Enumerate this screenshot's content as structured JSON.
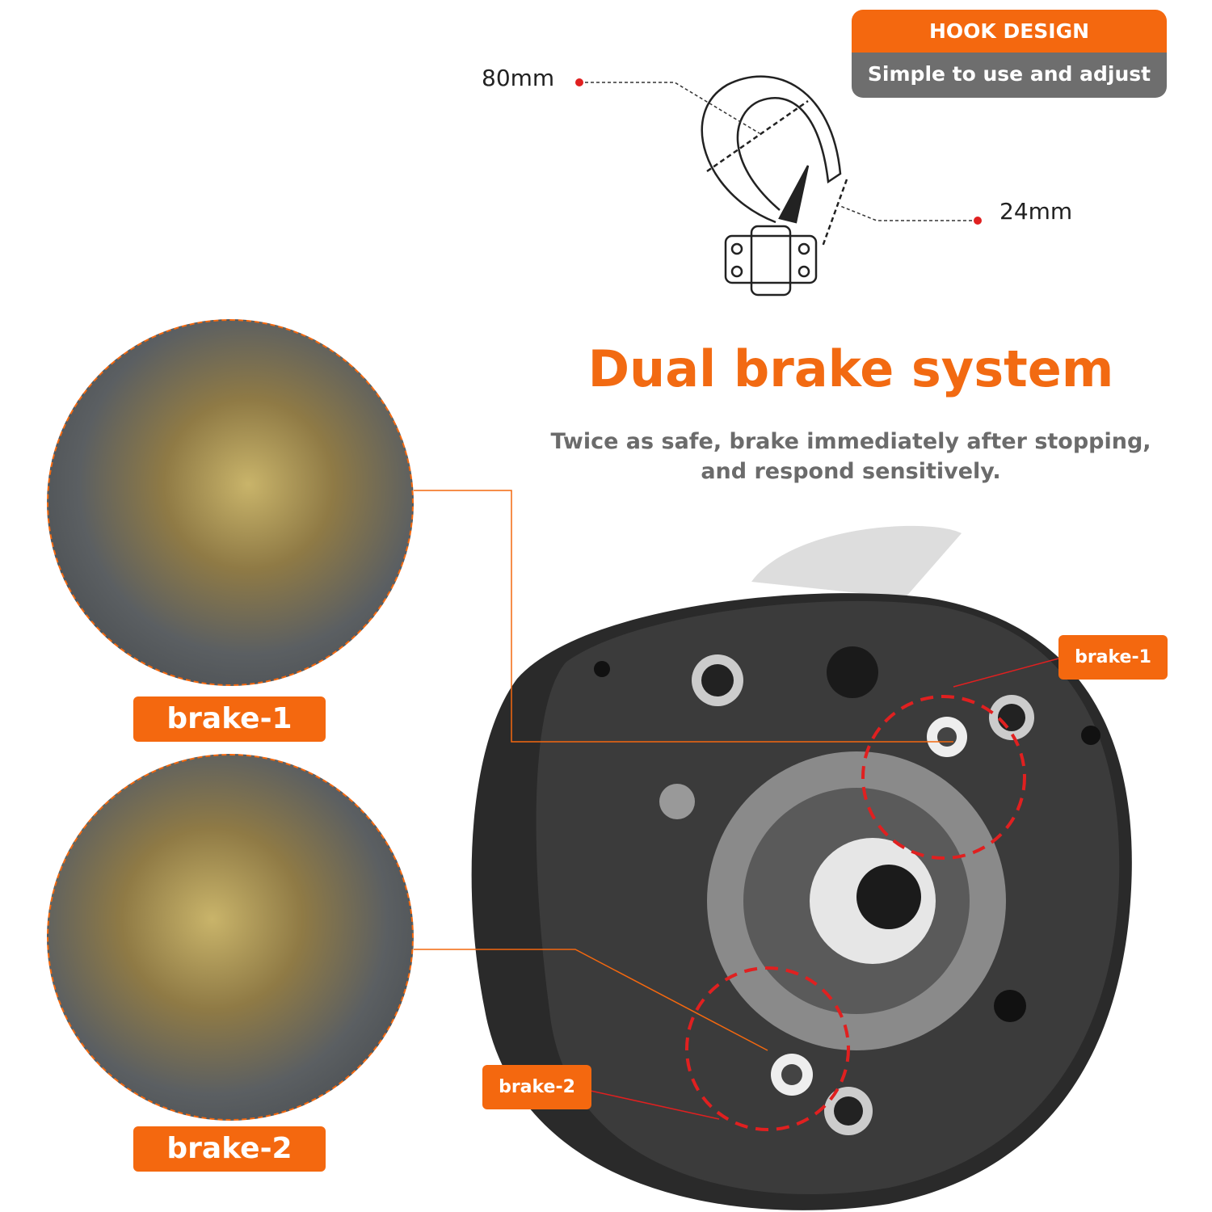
{
  "hook_design": {
    "title": "HOOK DESIGN",
    "subtitle": "Simple to use and adjust",
    "dim_opening": "80mm",
    "dim_thickness": "24mm"
  },
  "headline": "Dual brake system",
  "subtitle_lines": [
    "Twice as safe, brake immediately after stopping,",
    "and respond sensitively."
  ],
  "labels": {
    "brake1": "brake-1",
    "brake2": "brake-2"
  },
  "colors": {
    "accent": "#f4680f",
    "gray": "#6e6e6e",
    "red": "#e02020"
  }
}
